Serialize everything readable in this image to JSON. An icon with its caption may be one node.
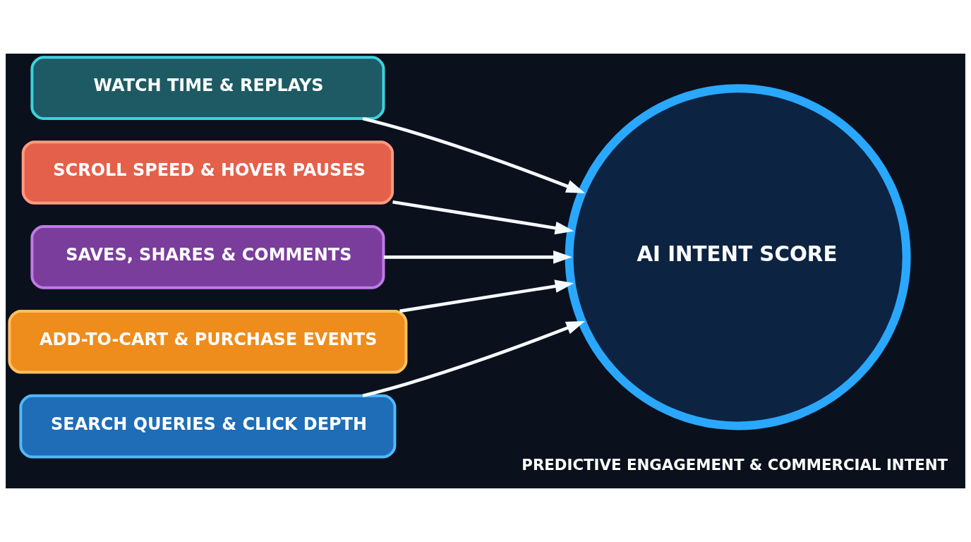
{
  "diagram": {
    "nodes": [
      {
        "text": [
          "WATCH TIME & REPLAYS"
        ]
      },
      {
        "text": [
          "SCROLL SPEED & HOVER PAUSES"
        ]
      },
      {
        "text": [
          "SAVES, SHARES & COMMENTS"
        ]
      },
      {
        "text": [
          "ADD-TO-CART & PURCHASE EVENTS"
        ]
      },
      {
        "text": [
          "SEARCH QUERIES & CLICK DEPTH"
        ]
      },
      {
        "text": [
          "AI INTENT SCORE"
        ],
        "beside": [
          "PREDICTIVE ENGAGEMENT & COMMERCIAL INTENT"
        ]
      }
    ],
    "edges": [
      {
        "from": 0,
        "to": 5,
        "arrow": "to"
      },
      {
        "from": 1,
        "to": 5,
        "arrow": "to"
      },
      {
        "from": 2,
        "to": 5,
        "arrow": "to"
      },
      {
        "from": 3,
        "to": 5,
        "arrow": "to"
      },
      {
        "from": 4,
        "to": 5,
        "arrow": "to"
      }
    ]
  }
}
